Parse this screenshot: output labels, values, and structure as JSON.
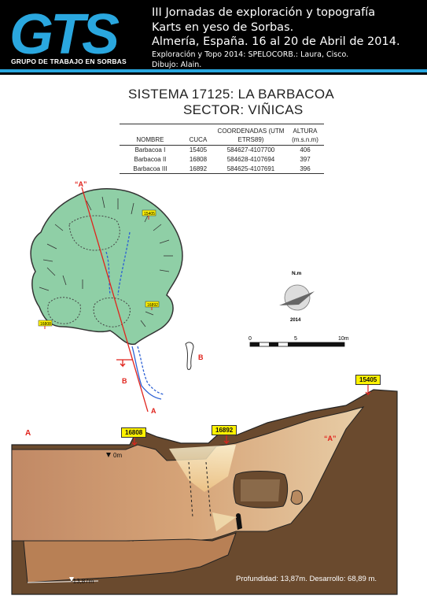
{
  "header": {
    "logo_letters": "GTS",
    "logo_caption": "GRUPO DE TRABAJO EN SORBAS",
    "line1": "III Jornadas de exploración y topografía",
    "line2": "Karts en yeso de Sorbas.",
    "line3": "Almería, España. 16 al 20 de Abril de 2014.",
    "line4": "Exploración y Topo 2014: SPELOCORB.: Laura, Cisco.",
    "line5": "Dibujo: Alain.",
    "colors": {
      "background": "#000000",
      "logo_blue": "#2aa7df"
    }
  },
  "titles": {
    "system": "SISTEMA 17125: LA BARBACOA",
    "sector": "SECTOR: VIÑICAS"
  },
  "table": {
    "headers": [
      "NOMBRE",
      "CUCA",
      "COORDENADAS (UTM ETRS89)",
      "ALTURA (m.s.n.m)"
    ],
    "rows": [
      [
        "Barbacoa I",
        "15405",
        "584627-4107700",
        "406"
      ],
      [
        "Barbacoa II",
        "16808",
        "584628-4107694",
        "397"
      ],
      [
        "Barbacoa III",
        "16892",
        "584625-4107691",
        "396"
      ]
    ]
  },
  "plan": {
    "section_line_a": "“A”",
    "label_a": "A",
    "label_b": "B",
    "label_b_right": "B",
    "entrance_tags": [
      "15405",
      "16892",
      "16808"
    ],
    "north_label": "N.m",
    "year": "2014",
    "scale_ticks": [
      "0",
      "5",
      "10m"
    ],
    "colors": {
      "cave_fill": "#8fcfa6",
      "section_line": "#e0231c",
      "passage": "#2a5fd4"
    }
  },
  "section": {
    "label_a_left": "A",
    "label_a_right": "“A”",
    "entrance_labels": [
      "16808",
      "16892",
      "15405"
    ],
    "depth_zero": "0m",
    "depth_bottom": "-13,87m",
    "stats": "Profundidad: 13,87m.  Desarrollo: 68,89 m.",
    "colors": {
      "ground": "#6a4a2e",
      "cave_fill": "#c88e62",
      "label_bg": "#fff200"
    }
  }
}
